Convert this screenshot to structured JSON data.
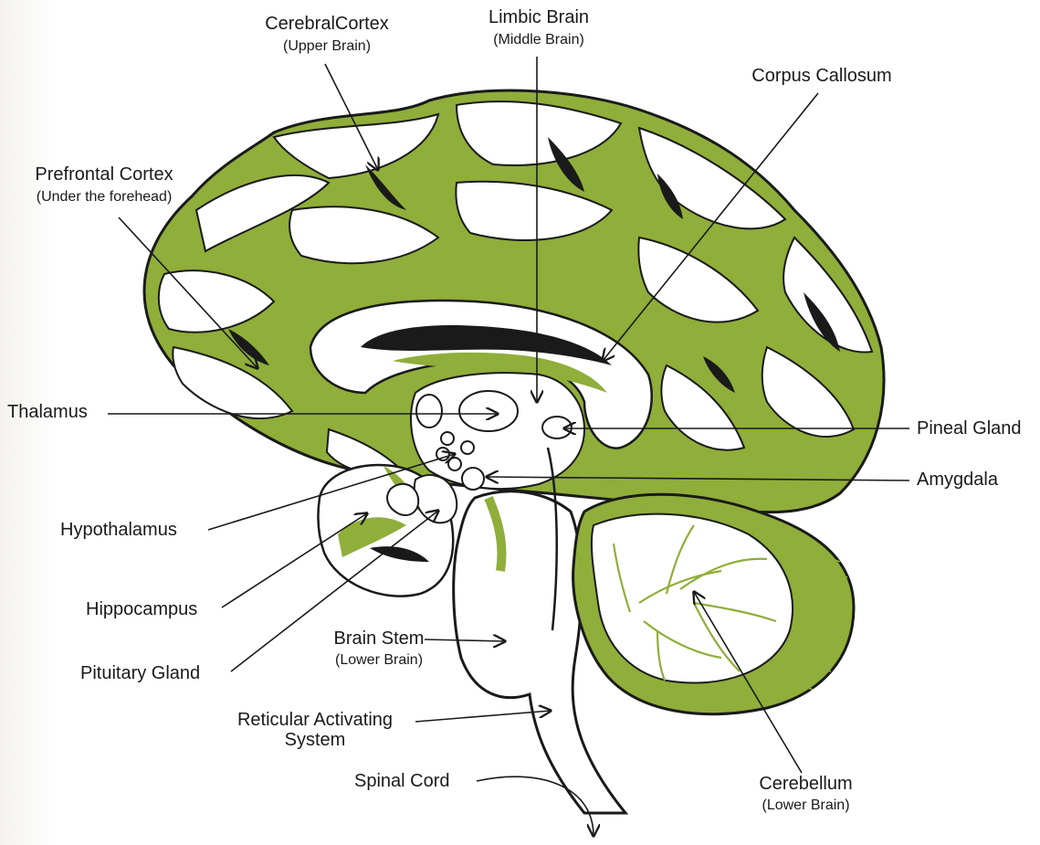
{
  "labels": {
    "cerebral_cortex": {
      "title": "CerebralCortex",
      "sub": "(Upper Brain)"
    },
    "limbic_brain": {
      "title": "Limbic Brain",
      "sub": "(Middle Brain)"
    },
    "corpus_callosum": {
      "title": "Corpus Callosum"
    },
    "prefrontal_cortex": {
      "title": "Prefrontal Cortex",
      "sub": "(Under the forehead)"
    },
    "thalamus": {
      "title": "Thalamus"
    },
    "pineal_gland": {
      "title": "Pineal Gland"
    },
    "amygdala": {
      "title": "Amygdala"
    },
    "hypothalamus": {
      "title": "Hypothalamus"
    },
    "hippocampus": {
      "title": "Hippocampus"
    },
    "pituitary_gland": {
      "title": "Pituitary Gland"
    },
    "brain_stem": {
      "title": "Brain Stem",
      "sub": "(Lower Brain)"
    },
    "reticular_activating_system": {
      "line1": "Reticular Activating",
      "line2": "System"
    },
    "spinal_cord": {
      "title": "Spinal Cord"
    },
    "cerebellum": {
      "title": "Cerebellum",
      "sub": "(Lower Brain)"
    }
  },
  "colors": {
    "green": "#8fae3a",
    "outline": "#1a1a1a",
    "background": "#ffffff"
  }
}
